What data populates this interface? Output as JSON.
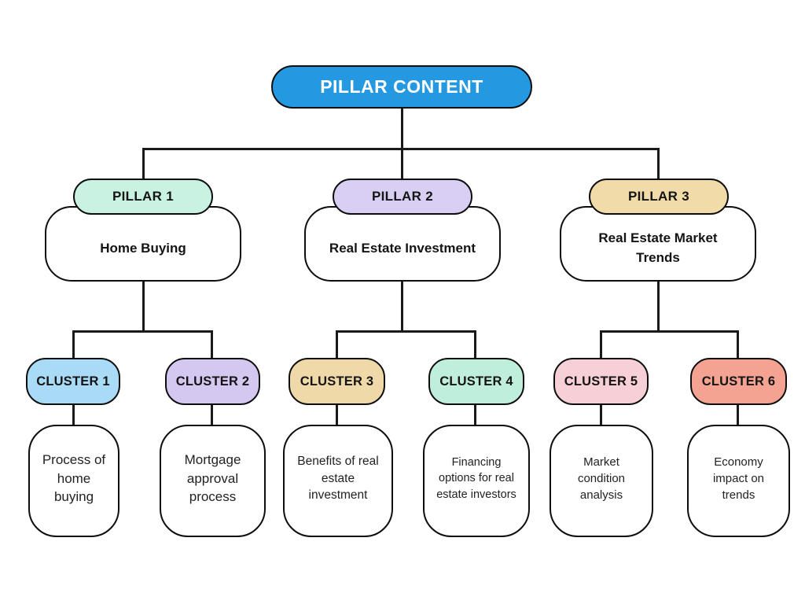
{
  "diagram": {
    "root": {
      "label": "PILLAR CONTENT"
    },
    "pillars": [
      {
        "label": "PILLAR 1",
        "topic": "Home Buying",
        "color": "#c9f2e3",
        "clusters": [
          {
            "label": "CLUSTER 1",
            "topic": "Process of home buying",
            "color": "#a9dbf7"
          },
          {
            "label": "CLUSTER 2",
            "topic": "Mortgage approval process",
            "color": "#d4c7f0"
          }
        ]
      },
      {
        "label": "PILLAR 2",
        "topic": "Real Estate Investment",
        "color": "#d9cff5",
        "clusters": [
          {
            "label": "CLUSTER 3",
            "topic": "Benefits of real estate investment",
            "color": "#f0d9a8"
          },
          {
            "label": "CLUSTER 4",
            "topic": "Financing options for real estate investors",
            "color": "#bfefdc"
          }
        ]
      },
      {
        "label": "PILLAR 3",
        "topic": "Real Estate Market Trends",
        "color": "#f1dca9",
        "clusters": [
          {
            "label": "CLUSTER 5",
            "topic": "Market condition analysis",
            "color": "#f7cfd7"
          },
          {
            "label": "CLUSTER 6",
            "topic": "Economy impact on trends",
            "color": "#f4a291"
          }
        ]
      }
    ],
    "colors": {
      "root_bg": "#2498e0",
      "root_text": "#ffffff",
      "line": "#1a1a1a",
      "border": "#0d0d0d",
      "node_bg": "#ffffff",
      "canvas_bg": "#ffffff"
    }
  }
}
